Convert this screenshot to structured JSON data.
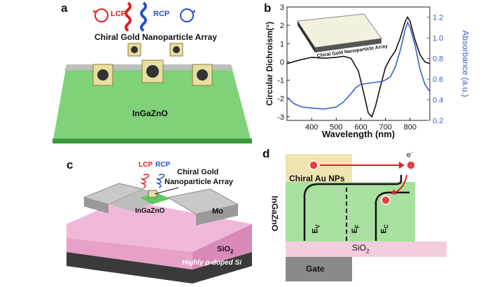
{
  "panels": {
    "a": {
      "label": "a",
      "lcp": "LCP",
      "rcp": "RCP",
      "array_title": "Chiral Gold Nanoparticle Array",
      "substrate": "InGaZnO"
    },
    "b": {
      "label": "b",
      "inset_label": "Chiral Gold Nanoparticle Array"
    },
    "c": {
      "label": "c",
      "lcp": "LCP",
      "rcp": "RCP",
      "array_title_line1": "Chiral Gold",
      "array_title_line2": "Nanoparticle Array",
      "channel": "InGaZnO",
      "electrode": "Mo",
      "oxide": "SiO",
      "oxide_sub": "2",
      "substrate": "Highly p-doped Si"
    },
    "d": {
      "label": "d",
      "electron": "e",
      "electron_sup": "-",
      "np_label": "Chiral Au NPs",
      "igzo_label": "InGaZnO",
      "ev": "E",
      "ev_sub": "V",
      "ef": "E",
      "ef_sub": "F",
      "ec": "E",
      "ec_sub": "C",
      "oxide": "SiO",
      "oxide_sub": "2",
      "gate": "Gate"
    }
  },
  "colors": {
    "lcp": "#e02020",
    "rcp": "#2b4fc0",
    "cd_line": "#111111",
    "abs_line": "#3a5fc4",
    "igzo_green": "#a8e0a0",
    "np_yellow": "#f0e6b0",
    "oxide_pink": "#f0c8dc"
  },
  "chart_data": {
    "type": "line",
    "xlabel": "Wavelength (nm)",
    "ylabel": "Circular Dichroism(°)",
    "ylabel2": "Absorbance (a.u.)",
    "xlim": [
      300,
      880
    ],
    "ylim": [
      -3.2,
      3
    ],
    "y2lim": [
      0.2,
      1.3
    ],
    "xticks": [
      "400",
      "500",
      "600",
      "700",
      "800"
    ],
    "yticks": [
      "-3",
      "-2",
      "-1",
      "0",
      "1",
      "2",
      "3"
    ],
    "y2ticks": [
      "0.2",
      "0.4",
      "0.6",
      "0.8",
      "1.0",
      "1.2"
    ],
    "series": [
      {
        "axis": "left",
        "x": [
          300,
          350,
          400,
          450,
          500,
          530,
          560,
          590,
          610,
          630,
          645,
          660,
          680,
          700,
          720,
          740,
          760,
          780,
          790,
          800,
          820,
          840,
          860,
          880
        ],
        "y": [
          -0.1,
          0.1,
          0.25,
          0.2,
          0.25,
          0.3,
          0.2,
          -0.5,
          -1.6,
          -2.8,
          -3.0,
          -2.4,
          -1.3,
          -0.3,
          0.2,
          0.6,
          1.3,
          2.2,
          2.45,
          2.2,
          1.2,
          0.4,
          0.0,
          -0.1
        ]
      },
      {
        "axis": "right",
        "x": [
          300,
          330,
          360,
          400,
          450,
          500,
          530,
          560,
          580,
          600,
          630,
          660,
          690,
          720,
          740,
          760,
          780,
          790,
          800,
          820,
          840,
          860,
          880
        ],
        "y": [
          0.42,
          0.36,
          0.33,
          0.32,
          0.31,
          0.33,
          0.38,
          0.46,
          0.52,
          0.55,
          0.56,
          0.57,
          0.58,
          0.62,
          0.72,
          0.88,
          1.08,
          1.15,
          1.1,
          0.93,
          0.7,
          0.55,
          0.48
        ]
      }
    ]
  }
}
